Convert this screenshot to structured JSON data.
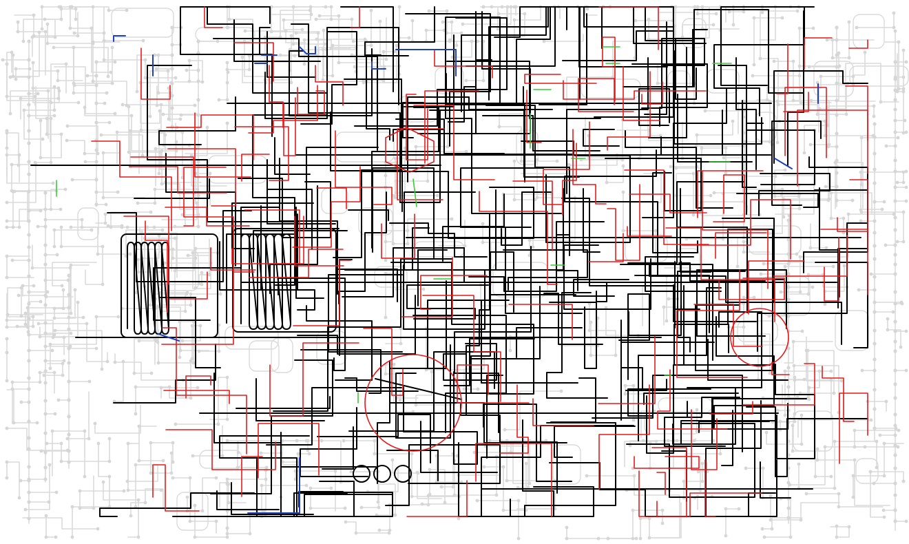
{
  "diagram": {
    "title": "",
    "background": "#ffffff",
    "colors": {
      "background_pathway": "#dadada",
      "background_node": "#d6d6d6",
      "background_label": "#cfcfcf",
      "highlight_default": "#000000",
      "highlight_red": "#e41a1c",
      "highlight_blue": "#1f3fbf",
      "highlight_green": "#33cc33"
    },
    "legend": [],
    "footer": {
      "line1": "",
      "line2": ""
    },
    "regions": [
      {
        "id": "r1"
      },
      {
        "id": "r2"
      },
      {
        "id": "r3"
      },
      {
        "id": "r4"
      },
      {
        "id": "r5"
      },
      {
        "id": "r6"
      },
      {
        "id": "r7"
      },
      {
        "id": "r8"
      },
      {
        "id": "r9"
      },
      {
        "id": "r10"
      },
      {
        "id": "r11"
      },
      {
        "id": "r12"
      },
      {
        "id": "r13"
      },
      {
        "id": "r14"
      },
      {
        "id": "r15"
      },
      {
        "id": "r16"
      },
      {
        "id": "r17"
      },
      {
        "id": "r18"
      },
      {
        "id": "r19"
      },
      {
        "id": "r20"
      },
      {
        "id": "r21"
      },
      {
        "id": "r22"
      },
      {
        "id": "r23"
      },
      {
        "id": "r24"
      },
      {
        "id": "r25"
      },
      {
        "id": "r26"
      },
      {
        "id": "r27"
      },
      {
        "id": "r28"
      },
      {
        "id": "r29"
      },
      {
        "id": "r30"
      },
      {
        "id": "r31"
      },
      {
        "id": "r32"
      },
      {
        "id": "r33"
      },
      {
        "id": "r34"
      },
      {
        "id": "r35"
      },
      {
        "id": "r36"
      },
      {
        "id": "r37"
      },
      {
        "id": "r38"
      },
      {
        "id": "r39"
      },
      {
        "id": "r40"
      },
      {
        "id": "r41"
      },
      {
        "id": "r42"
      },
      {
        "id": "r43"
      },
      {
        "id": "r44"
      },
      {
        "id": "r45"
      },
      {
        "id": "r46"
      },
      {
        "id": "r47"
      },
      {
        "id": "r48"
      },
      {
        "id": "r49"
      },
      {
        "id": "r50"
      },
      {
        "id": "r51"
      },
      {
        "id": "r52"
      },
      {
        "id": "r53"
      },
      {
        "id": "r54"
      },
      {
        "id": "r55"
      },
      {
        "id": "r56"
      },
      {
        "id": "r57"
      },
      {
        "id": "r58"
      },
      {
        "id": "r59"
      },
      {
        "id": "r60"
      },
      {
        "id": "r61"
      },
      {
        "id": "r62"
      },
      {
        "id": "r63"
      },
      {
        "id": "r64"
      },
      {
        "id": "r65"
      },
      {
        "id": "r66"
      },
      {
        "id": "r67"
      },
      {
        "id": "r68"
      },
      {
        "id": "r69"
      },
      {
        "id": "r70"
      },
      {
        "id": "r71"
      },
      {
        "id": "r72"
      },
      {
        "id": "r73"
      },
      {
        "id": "r74"
      },
      {
        "id": "r75"
      },
      {
        "id": "r76"
      },
      {
        "id": "r77"
      },
      {
        "id": "r78"
      }
    ],
    "paths": {}
  }
}
